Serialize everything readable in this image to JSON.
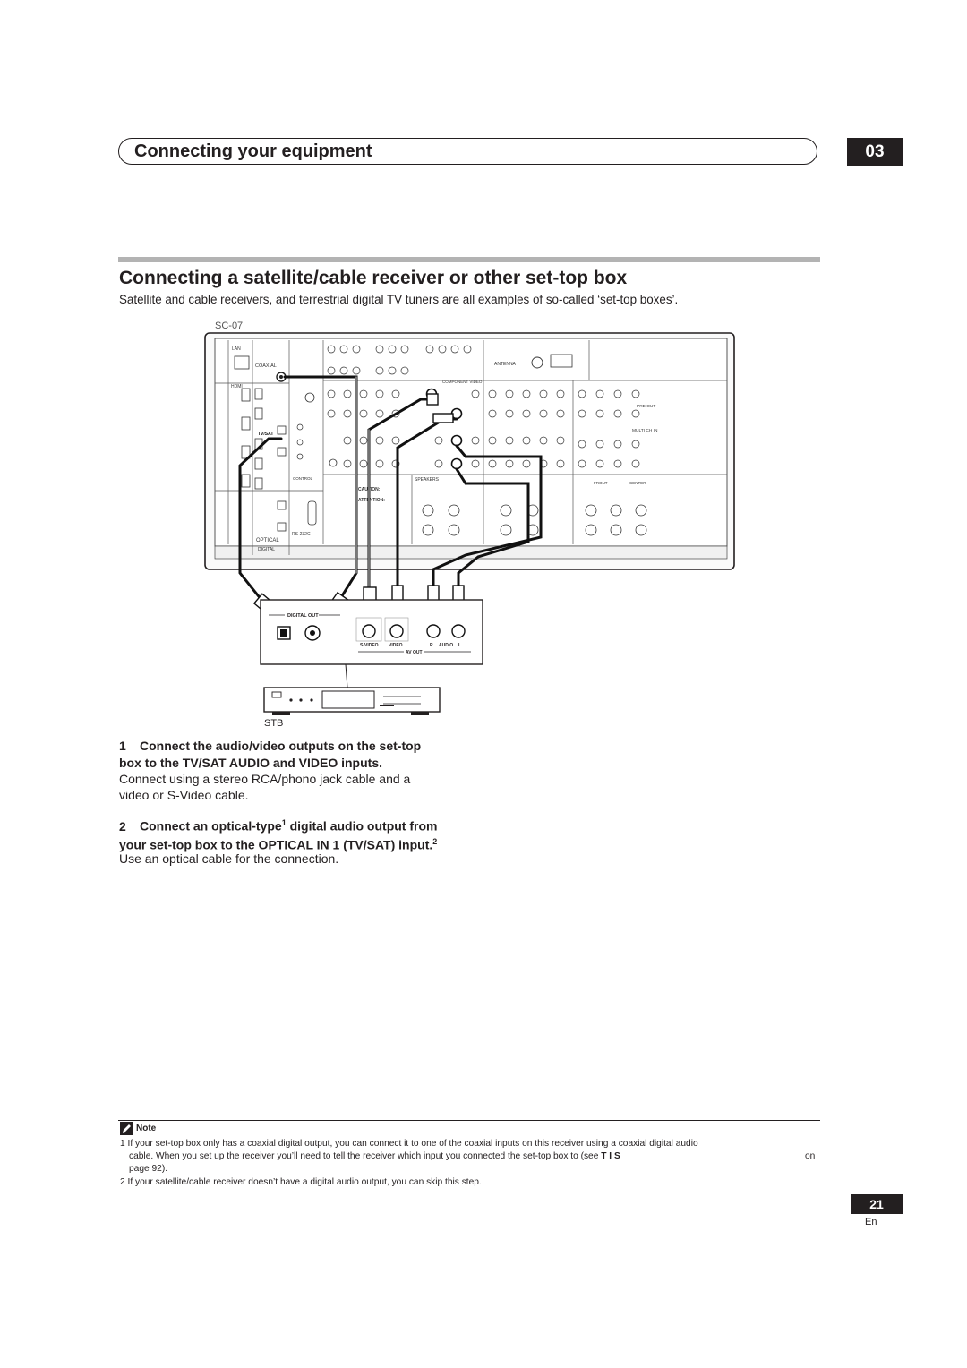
{
  "header": {
    "chapter_title": "Connecting your equipment",
    "chapter_number": "03"
  },
  "section": {
    "title": "Connecting a satellite/cable receiver or other set-top box",
    "intro": "Satellite and cable receivers, and terrestrial digital TV tuners are all examples of so-called ‘set-top boxes’."
  },
  "diagram": {
    "model": "SC-07",
    "rear_panel": {
      "lan": "LAN",
      "speakers": "SPEAKERS",
      "caution": "CAUTION:",
      "attention": "ATTENTION:",
      "rs232c": "RS-232C",
      "optical": "OPTICAL",
      "digital": "DIGITAL",
      "coaxial": "COAXIAL",
      "hdmi": "HDMI",
      "component_video": "COMPONENT VIDEO",
      "antenna": "ANTENNA",
      "multi_ch_in": "MULTI CH IN",
      "pre_out": "PRE OUT",
      "tv_sat": "TV/SAT",
      "front": "FRONT",
      "center": "CENTER",
      "control": "CONTROL"
    },
    "stb_panel": {
      "digital_out": "DIGITAL OUT",
      "s_video": "S-VIDEO",
      "video": "VIDEO",
      "r": "R",
      "audio": "AUDIO",
      "l": "L",
      "av_out": "AV OUT"
    },
    "stb_label": "STB"
  },
  "steps": [
    {
      "number": "1",
      "heading_line1": "Connect the audio/video outputs on the set-top",
      "heading_line2": "box to the TV/SAT AUDIO and VIDEO inputs.",
      "body_line1": "Connect using a stereo RCA/phono jack cable and a",
      "body_line2": "video or S-Video cable."
    },
    {
      "number": "2",
      "heading_line1_a": "Connect an optical-type",
      "heading_line1_sup": "1",
      "heading_line1_b": " digital audio output from",
      "heading_line2": "your set-top box to the OPTICAL IN 1 (TV/SAT) input.",
      "heading_line2_sup": "2",
      "body_line1": "Use an optical cable for the connection."
    }
  ],
  "note": {
    "label": "Note",
    "footnotes": [
      {
        "number": "1",
        "line1": "If your set-top box only has a coaxial digital output, you can connect it to one of the coaxial inputs on this receiver using a coaxial digital audio",
        "line2a": "cable. When you set up the receiver you’ll need to tell the receiver which input you connected the set-top box to (see ",
        "line2b": "T I S",
        "line2c": "on",
        "line3": "page 92)."
      },
      {
        "number": "2",
        "line1": "If your satellite/cable receiver doesn’t have a digital audio output, you can skip this step."
      }
    ]
  },
  "footer": {
    "page_number": "21",
    "language": "En"
  }
}
